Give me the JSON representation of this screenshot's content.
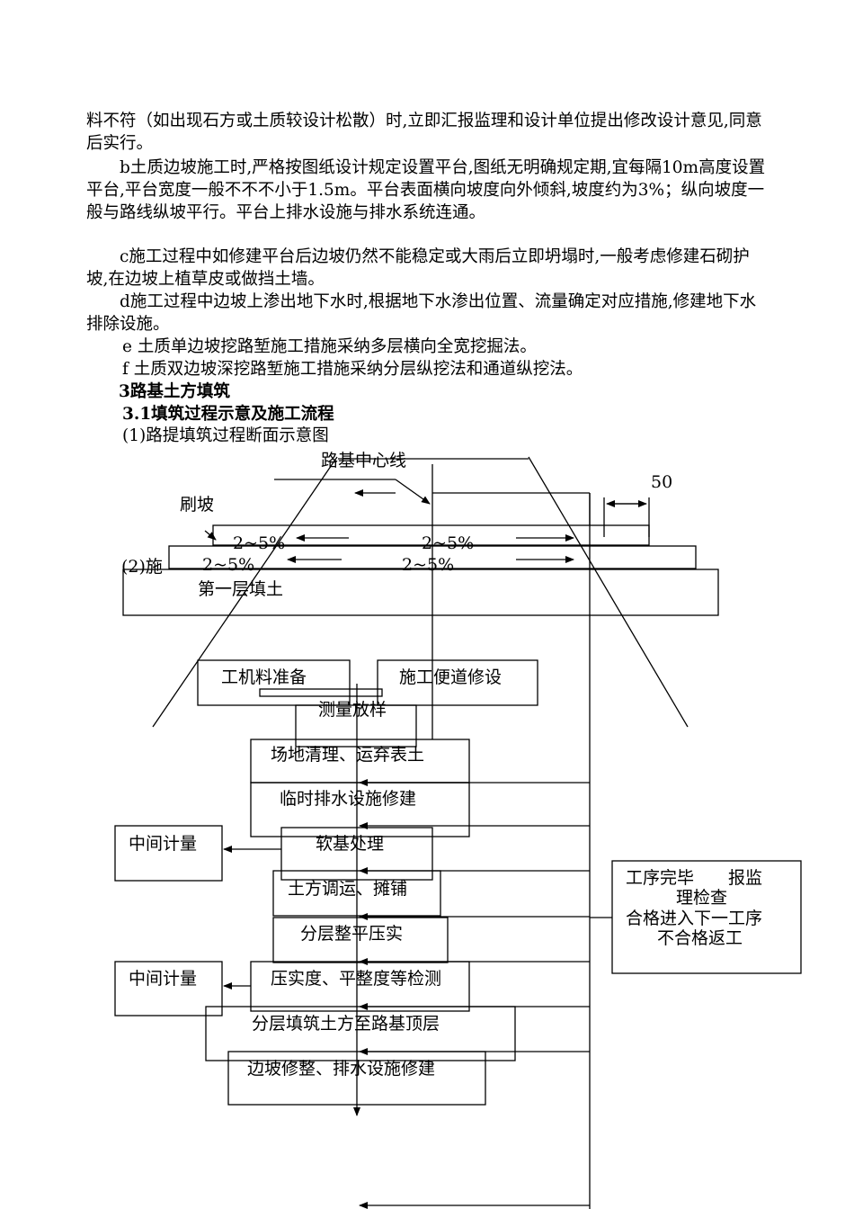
{
  "text": {
    "p1": "料不符（如出现石方或土质较设计松散）时,立即汇报监理和设计单位提出修改设计意见,同意后实行。",
    "p_b": "b土质边坡施工时,严格按图纸设计规定设置平台,图纸无明确规定期,宜每隔10m高度设置平台,平台宽度一般不不不小于1.5m。平台表面横向坡度向外倾斜,坡度约为3%；纵向坡度一般与路线纵坡平行。平台上排水设施与排水系统连通。",
    "p_c": "c施工过程中如修建平台后边坡仍然不能稳定或大雨后立即坍塌时,一般考虑修建石砌护坡,在边坡上植草皮或做挡土墙。",
    "p_d": "d施工过程中边坡上渗出地下水时,根据地下水渗出位置、流量确定对应措施,修建地下水排除设施。",
    "p_e": "e 土质单边坡挖路堑施工措施采纳多层横向全宽挖掘法。",
    "p_f": "f 土质双边坡深挖路堑施工措施采纳分层纵挖法和通道纵挖法。",
    "h3": "3路基土方填筑",
    "h31": "3.1填筑过程示意及施工流程",
    "sub1": "(1)路提填筑过程断面示意图"
  },
  "section_diagram": {
    "centerline_label": "路基中心线",
    "dim_label": "50",
    "slope_label": "刷坡",
    "grade_labels": [
      "2~5%",
      "2~5%",
      "2~5%",
      "2~5%"
    ],
    "first_layer_label": "第一层填土",
    "hidden_caption_fragment": "(2)施"
  },
  "flowchart": {
    "steps": [
      "工机料准备",
      "施工便道修设",
      "测量放样",
      "场地清理、运弃表土",
      "临时排水设施修建",
      "软基处理",
      "土方调运、摊铺",
      "分层整平压实",
      "压实度、平整度等检测",
      "分层填筑土方至路基顶层",
      "边坡修整、排水设施修建"
    ],
    "side_boxes": [
      "中间计量",
      "中间计量"
    ],
    "check_box_lines": [
      "工序完毕　　报监",
      "理检查",
      "合格进入下一工序",
      "不合格返工"
    ]
  }
}
